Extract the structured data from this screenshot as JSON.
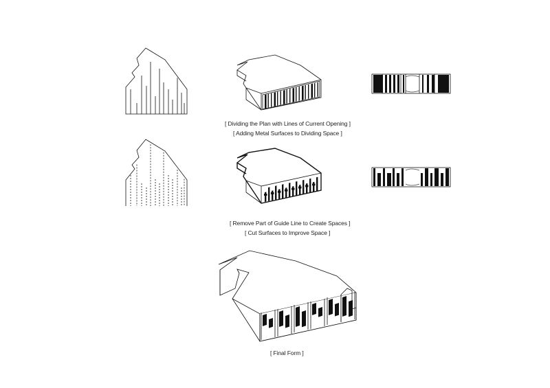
{
  "captions": {
    "step1_line1": "[ Dividing the Plan with Lines of Current Opening ]",
    "step1_line2": "[ Adding Metal Surfaces to Dividing Space ]",
    "step2_line1": "[ Remove Part of Guide Line to Create Spaces ]",
    "step2_line2": "[ Cut Surfaces to Improve Space ]",
    "final": "[ Final Form ]"
  }
}
